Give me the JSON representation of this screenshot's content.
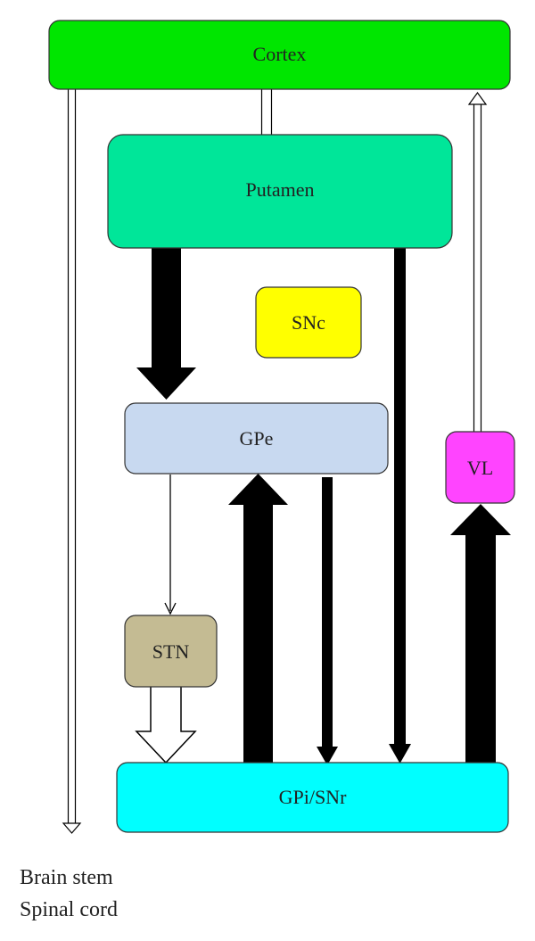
{
  "nodes": {
    "cortex": {
      "label": "Cortex",
      "color": "#00e600"
    },
    "putamen": {
      "label": "Putamen",
      "color": "#00e699"
    },
    "snc": {
      "label": "SNc",
      "color": "#ffff00"
    },
    "gpe": {
      "label": "GPe",
      "color": "#c8d9f0"
    },
    "vl": {
      "label": "VL",
      "color": "#ff44ff"
    },
    "stn": {
      "label": "STN",
      "color": "#c4bb93"
    },
    "gpi_snr": {
      "label": "GPi/SNr",
      "color": "#00ffff"
    }
  },
  "output_label": {
    "line1": "Brain stem",
    "line2": "Spinal cord"
  },
  "edges": [
    {
      "from": "cortex",
      "to": "putamen",
      "style": "open-double-line"
    },
    {
      "from": "cortex",
      "to": "brain stem / spinal cord",
      "style": "open-double-arrow"
    },
    {
      "from": "putamen",
      "to": "gpe",
      "style": "thick-filled-arrow"
    },
    {
      "from": "putamen",
      "to": "gpi_snr",
      "style": "medium-filled-arrow"
    },
    {
      "from": "gpe",
      "to": "stn",
      "style": "thin-line-arrow"
    },
    {
      "from": "gpe",
      "to": "gpi_snr",
      "style": "medium-filled-arrow"
    },
    {
      "from": "stn",
      "to": "gpi_snr",
      "style": "hollow-block-arrow"
    },
    {
      "from": "gpi_snr",
      "to": "gpe",
      "style": "thick-filled-arrow"
    },
    {
      "from": "gpi_snr",
      "to": "vl",
      "style": "thick-filled-arrow"
    },
    {
      "from": "vl",
      "to": "cortex",
      "style": "open-double-arrow"
    }
  ]
}
